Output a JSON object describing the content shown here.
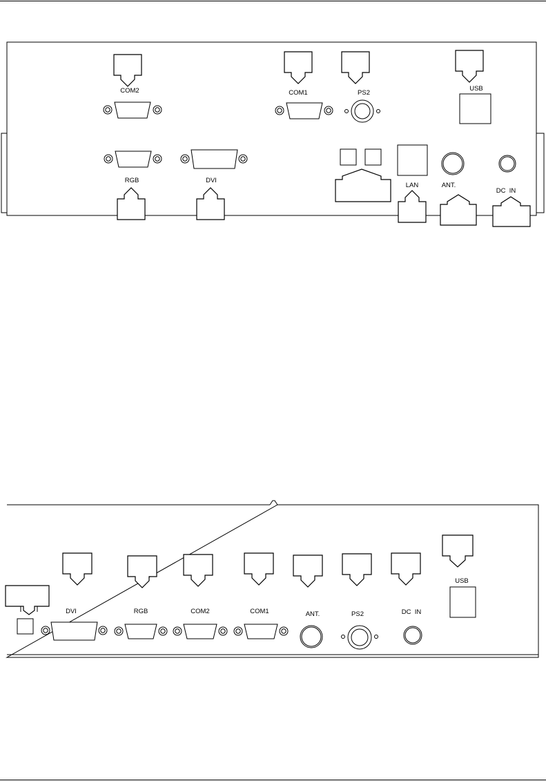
{
  "panel_top": {
    "labels": {
      "com2": "COM2",
      "com1": "COM1",
      "ps2": "PS2",
      "usb": "USB",
      "rgb": "RGB",
      "dvi": "DVI",
      "lan": "LAN",
      "ant": "ANT.",
      "dc_in": "DC  IN"
    }
  },
  "panel_bottom": {
    "labels": {
      "dvi": "DVI",
      "rgb": "RGB",
      "com2": "COM2",
      "com1": "COM1",
      "ant": "ANT.",
      "ps2": "PS2",
      "dc_in": "DC  IN",
      "usb": "USB"
    }
  }
}
